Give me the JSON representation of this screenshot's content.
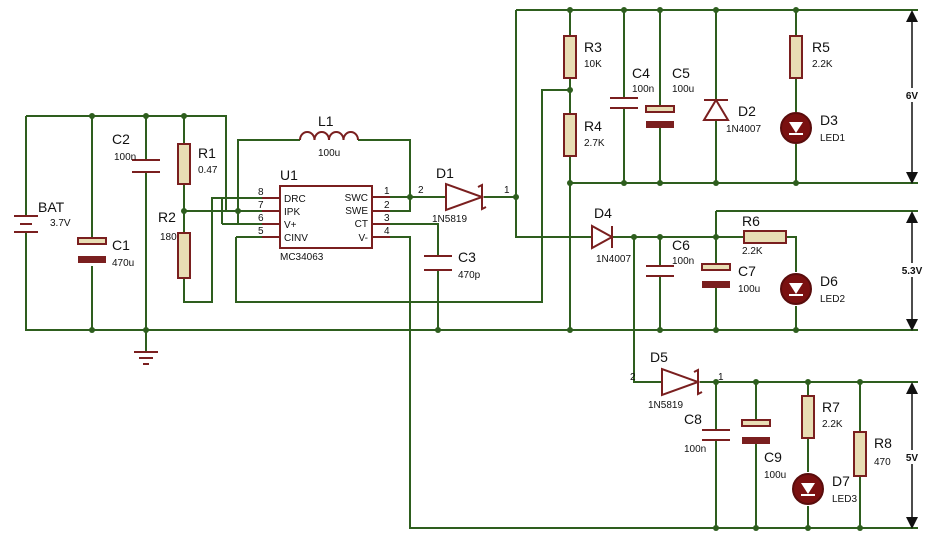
{
  "components": {
    "bat": {
      "ref": "BAT",
      "value": "3.7V"
    },
    "c1": {
      "ref": "C1",
      "value": "470u"
    },
    "c2": {
      "ref": "C2",
      "value": "100n"
    },
    "r1": {
      "ref": "R1",
      "value": "0.47"
    },
    "r2": {
      "ref": "R2",
      "value": "180"
    },
    "l1": {
      "ref": "L1",
      "value": "100u"
    },
    "u1": {
      "ref": "U1",
      "part": "MC34063",
      "pins_left": [
        "DRC",
        "IPK",
        "V+",
        "CINV"
      ],
      "pins_right": [
        "SWC",
        "SWE",
        "CT",
        "V-"
      ],
      "numbers_left": [
        "8",
        "7",
        "6",
        "5"
      ],
      "numbers_right": [
        "1",
        "2",
        "3",
        "4"
      ]
    },
    "d1": {
      "ref": "D1",
      "value": "1N5819",
      "pin_a": "2",
      "pin_k": "1"
    },
    "c3": {
      "ref": "C3",
      "value": "470p"
    },
    "r3": {
      "ref": "R3",
      "value": "10K"
    },
    "r4": {
      "ref": "R4",
      "value": "2.7K"
    },
    "c4": {
      "ref": "C4",
      "value": "100n"
    },
    "c5": {
      "ref": "C5",
      "value": "100u"
    },
    "d2": {
      "ref": "D2",
      "value": "1N4007"
    },
    "r5": {
      "ref": "R5",
      "value": "2.2K"
    },
    "d3": {
      "ref": "D3",
      "value": "LED1"
    },
    "d4": {
      "ref": "D4",
      "value": "1N4007"
    },
    "c6": {
      "ref": "C6",
      "value": "100n"
    },
    "c7": {
      "ref": "C7",
      "value": "100u"
    },
    "r6": {
      "ref": "R6",
      "value": "2.2K"
    },
    "d6": {
      "ref": "D6",
      "value": "LED2"
    },
    "d5": {
      "ref": "D5",
      "value": "1N5819",
      "pin_a": "2",
      "pin_k": "1"
    },
    "c8": {
      "ref": "C8",
      "value": "100n"
    },
    "c9": {
      "ref": "C9",
      "value": "100u"
    },
    "r7": {
      "ref": "R7",
      "value": "2.2K"
    },
    "d7": {
      "ref": "D7",
      "value": "LED3"
    },
    "r8": {
      "ref": "R8",
      "value": "470"
    }
  },
  "rails": {
    "v6": "6V",
    "v53": "5.3V",
    "v5": "5V"
  },
  "colors": {
    "wire": "#2e5e1e",
    "component": "#7a1f1f",
    "resistor_fill": "#e8ddb4",
    "led_fill": "#7a1010"
  }
}
